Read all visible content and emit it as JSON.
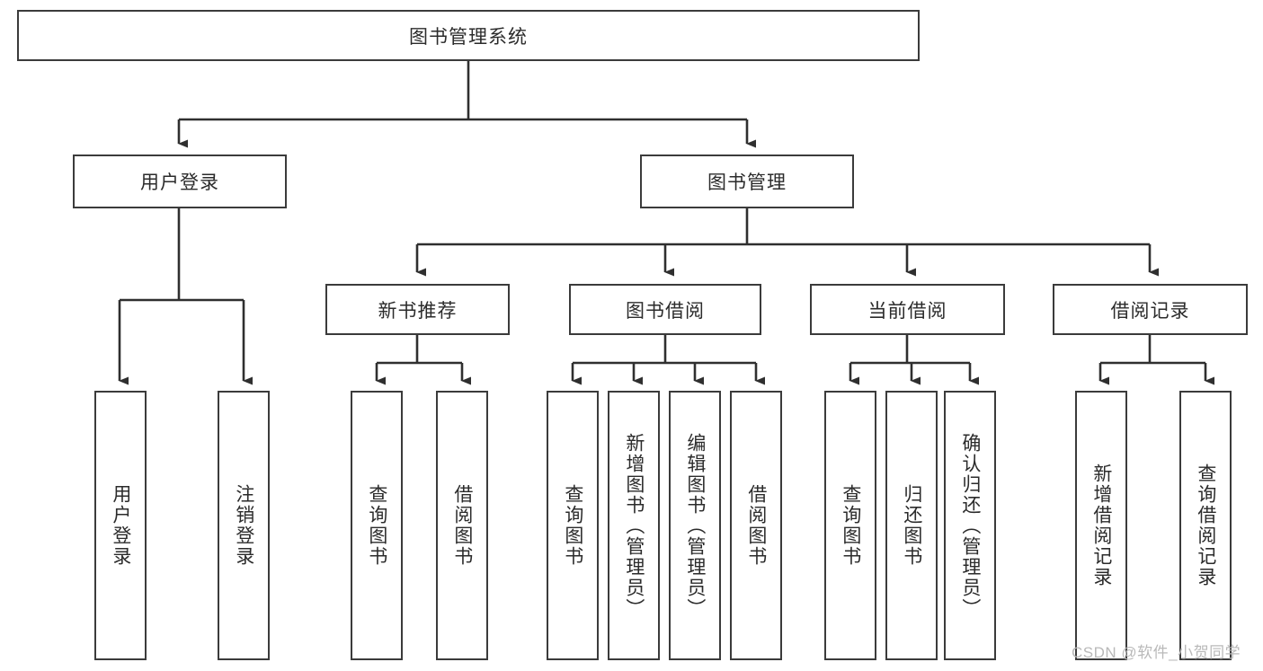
{
  "diagram": {
    "type": "tree-hierarchy-chart",
    "title": "图书管理系统",
    "colors": {
      "box_border": "#3b3b3b",
      "box_fill": "#ffffff",
      "connector": "#2f2f2f",
      "text": "#2b2b2b",
      "watermark": "#b9b9b9"
    },
    "root": {
      "label": "图书管理系统"
    },
    "level2": [
      {
        "label": "用户登录"
      },
      {
        "label": "图书管理"
      }
    ],
    "level3": [
      {
        "label": "新书推荐"
      },
      {
        "label": "图书借阅"
      },
      {
        "label": "当前借阅"
      },
      {
        "label": "借阅记录"
      }
    ],
    "leaves": {
      "user_login": [
        {
          "label": "用户登录"
        },
        {
          "label": "注销登录"
        }
      ],
      "new_book_recommend": [
        {
          "label": "查询图书"
        },
        {
          "label": "借阅图书"
        }
      ],
      "book_borrow": [
        {
          "label": "查询图书"
        },
        {
          "label": "新增图书（管理员）"
        },
        {
          "label": "编辑图书（管理员）"
        },
        {
          "label": "借阅图书"
        }
      ],
      "current_borrow": [
        {
          "label": "查询图书"
        },
        {
          "label": "归还图书"
        },
        {
          "label": "确认归还（管理员）"
        }
      ],
      "borrow_record": [
        {
          "label": "新增借阅记录"
        },
        {
          "label": "查询借阅记录"
        }
      ]
    }
  },
  "watermark": {
    "text": "CSDN @软件_小贺同学"
  }
}
